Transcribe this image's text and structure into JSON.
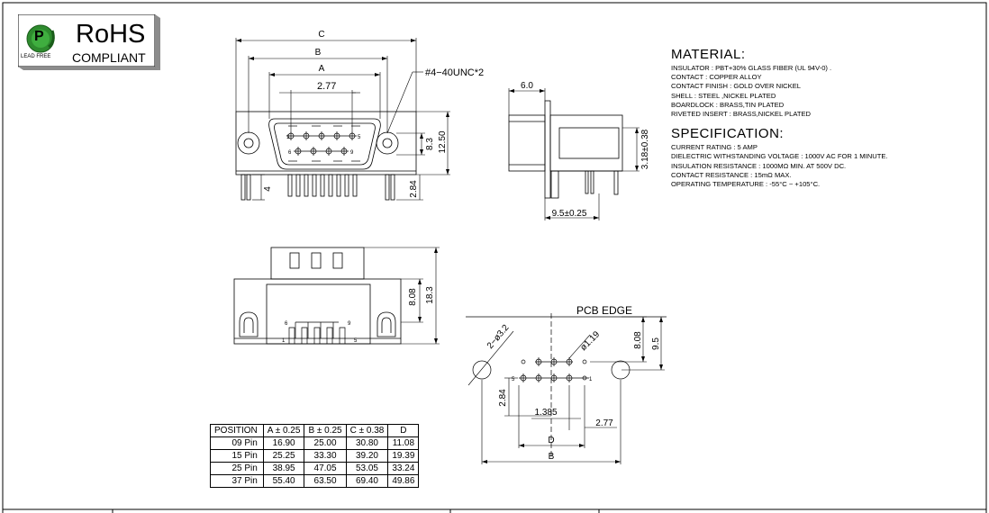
{
  "rohs": {
    "text": "RoHS",
    "subtext": "COMPLIANT",
    "badge": "LEAD FREE",
    "logo_letter": "P"
  },
  "material": {
    "title": "MATERIAL:",
    "lines": [
      "INSULATOR  : PBT+30%  GLASS FIBER (UL 94V-0) .",
      "CONTACT  :  COPPER  ALLOY",
      "CONTACT FINISH  :  GOLD OVER NICKEL",
      "SHELL  :  STEEL ,NICKEL PLATED",
      "BOARDLOCK  :  BRASS,TIN PLATED",
      "RIVETED INSERT  :  BRASS,NICKEL PLATED"
    ]
  },
  "specification": {
    "title": "SPECIFICATION:",
    "lines": [
      "CURRENT RATING : 5 AMP",
      "DIELECTRIC WITHSTANDING VOLTAGE  :  1000V AC  FOR 1 MINUTE.",
      "INSULATION RESISTANCE  :  1000MΩ    MIN. AT 500V DC.",
      "CONTACT RESISTANCE  :  15mΩ    MAX.",
      "OPERATING TEMPERATURE  :  -55°C ~ +105°C."
    ]
  },
  "front_view": {
    "dim_c": "C",
    "dim_b": "B",
    "dim_a": "A",
    "pitch": "2.77",
    "screw": "#4−40UNC*2",
    "h1": "8.3",
    "h2": "12.50",
    "h3": "2.84",
    "h4": "4",
    "pin_row_top_left": "1",
    "pin_row_top_right": "5",
    "pin_row_bottom_left": "6",
    "pin_row_bottom_right": "9"
  },
  "side_view": {
    "top": "6.0",
    "height": "3.18±0.38",
    "bottom": "9.5±0.25"
  },
  "bottom_view": {
    "h1": "8.08",
    "h2": "18.3",
    "p6": "6",
    "p9": "9",
    "p1": "1",
    "p5": "5"
  },
  "pcb_view": {
    "title": "PCB EDGE",
    "hole_large": "2−ø3.2",
    "hole_small": "ø1.19",
    "h1": "8.08",
    "h2": "9.5",
    "v": "2.84",
    "p1": "1.385",
    "p2": "2.77",
    "dim_d": "D",
    "dim_b": "B",
    "pin5": "5",
    "pin1": "1"
  },
  "table": {
    "headers": [
      "POSITION",
      "A ± 0.25",
      "B ± 0.25",
      "C ± 0.38",
      "D"
    ],
    "rows": [
      [
        "09 Pin",
        "16.90",
        "25.00",
        "30.80",
        "11.08"
      ],
      [
        "15 Pin",
        "25.25",
        "33.30",
        "39.20",
        "19.39"
      ],
      [
        "25 Pin",
        "38.95",
        "47.05",
        "53.05",
        "33.24"
      ],
      [
        "37 Pin",
        "55.40",
        "63.50",
        "69.40",
        "49.86"
      ]
    ]
  }
}
